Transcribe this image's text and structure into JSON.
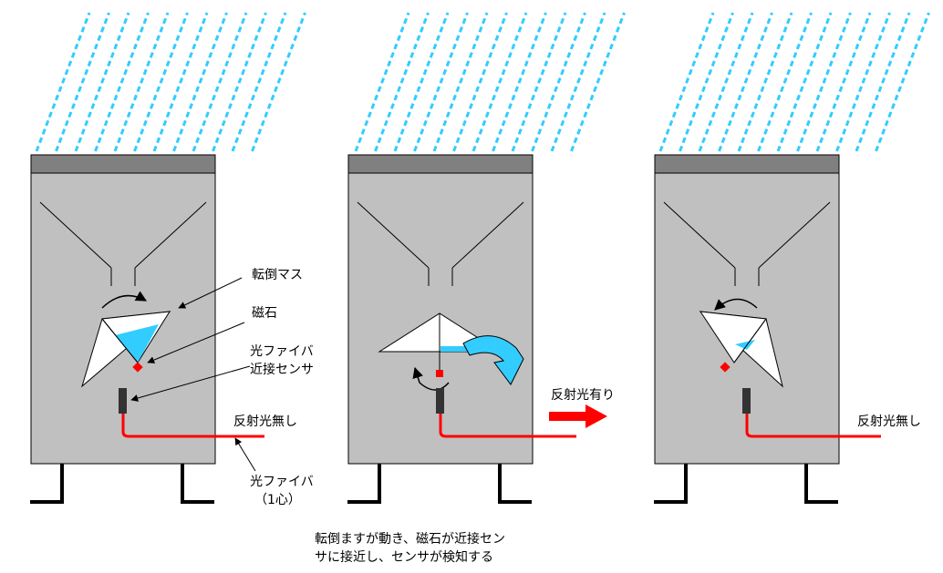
{
  "labels": {
    "tipping_mass": "転倒マス",
    "magnet": "磁石",
    "sensor_line1": "光ファイバ",
    "sensor_line2": "近接センサ",
    "no_reflection_1": "反射光無し",
    "fiber_line1": "光ファイバ",
    "fiber_line2": "（1心）",
    "reflection_present": "反射光有り",
    "no_reflection_2": "反射光無し",
    "caption_line1": "転倒ますが動き、磁石が近接セン",
    "caption_line2": "サに接近し、センサが検知する"
  },
  "colors": {
    "rain": "#33ccff",
    "housing": "#c0c0c0",
    "lid": "#808080",
    "water": "#33ccff",
    "magnet": "#ff0000",
    "fiber": "#ff0000",
    "sensor": "#333333",
    "legs": "#000000"
  }
}
